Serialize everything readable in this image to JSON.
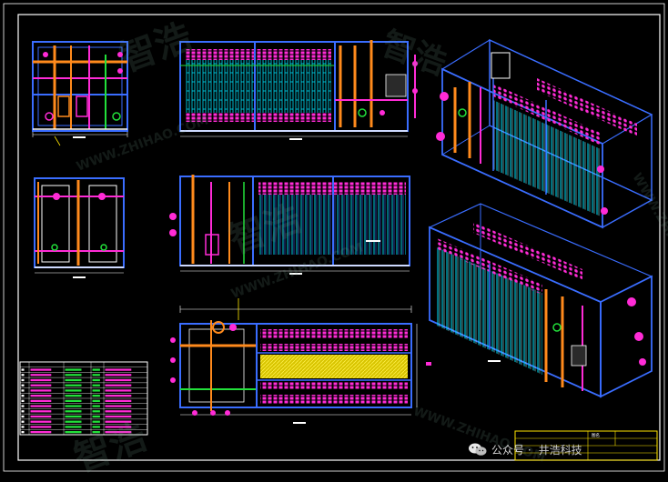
{
  "drawing": {
    "background": "#000000",
    "colors": {
      "frame": "#ffffff",
      "blue": "#3a6dff",
      "cyan": "#00e5ff",
      "magenta": "#ff2bd6",
      "green": "#22e03a",
      "orange": "#ff8a1c",
      "yellow": "#ffe600",
      "red": "#ff2020"
    }
  },
  "views": [
    {
      "name": "front-view-small"
    },
    {
      "name": "front-view-long"
    },
    {
      "name": "side-view-small"
    },
    {
      "name": "side-view-long"
    },
    {
      "name": "plan-view"
    },
    {
      "name": "isometric-view-top"
    },
    {
      "name": "isometric-view-bottom"
    }
  ],
  "parts_table": {
    "rows": 13,
    "columns": 5
  },
  "title_block": {
    "label": "图名"
  },
  "watermark": {
    "brand": "智浩",
    "url": "WWW.ZHIHAO.COM"
  },
  "footer": {
    "channel_label": "公众号 ·",
    "channel_name": "井浩科技"
  },
  "icons": [
    "wechat-icon"
  ]
}
